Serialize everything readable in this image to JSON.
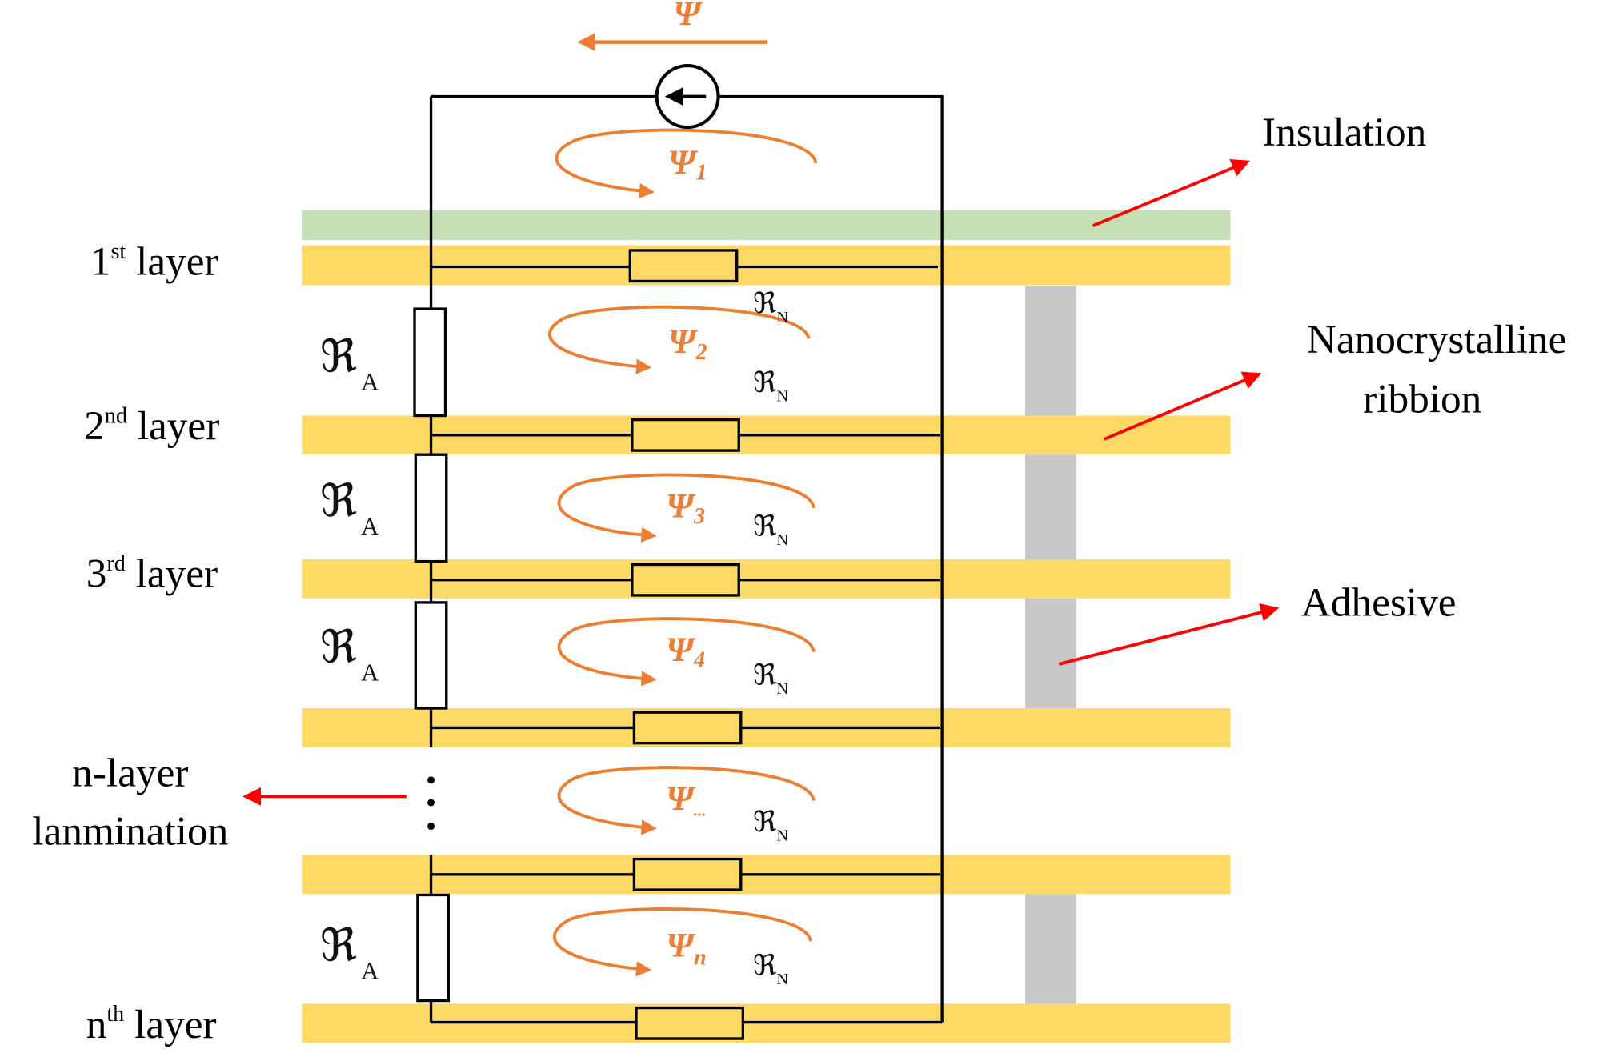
{
  "colors": {
    "insulation": "#C5E0B4",
    "ribbon": "#FFD966",
    "adhesive": "#C8C8C8",
    "flux": "#ED7D31",
    "pointer_arrow": "#FF0000",
    "circuit": "#000000"
  },
  "source": {
    "flux_label": "Ψ",
    "icon": "mmf-source-icon"
  },
  "layer_labels": [
    {
      "base": "1",
      "sup": "st",
      "rest": " layer"
    },
    {
      "base": "2",
      "sup": "nd",
      "rest": " layer"
    },
    {
      "base": "3",
      "sup": "rd",
      "rest": " layer"
    },
    {
      "base": "n",
      "sup": "th",
      "rest": " layer"
    }
  ],
  "n_layer_label": {
    "line1": "n-layer",
    "line2": "lanmination"
  },
  "callouts": {
    "insulation": "Insulation",
    "ribbon_line1": "Nanocrystalline",
    "ribbon_line2": "ribbion",
    "adhesive": "Adhesive"
  },
  "loops": [
    {
      "symbol": "Ψ",
      "sub": "1"
    },
    {
      "symbol": "Ψ",
      "sub": "2"
    },
    {
      "symbol": "Ψ",
      "sub": "3"
    },
    {
      "symbol": "Ψ",
      "sub": "4"
    },
    {
      "symbol": "Ψ",
      "sub": "..."
    },
    {
      "symbol": "Ψ",
      "sub": "n"
    }
  ],
  "reluctance": {
    "symbol": "ℜ",
    "adhesive_sub": "A",
    "ribbon_sub": "N"
  },
  "ellipsis": "⋮"
}
